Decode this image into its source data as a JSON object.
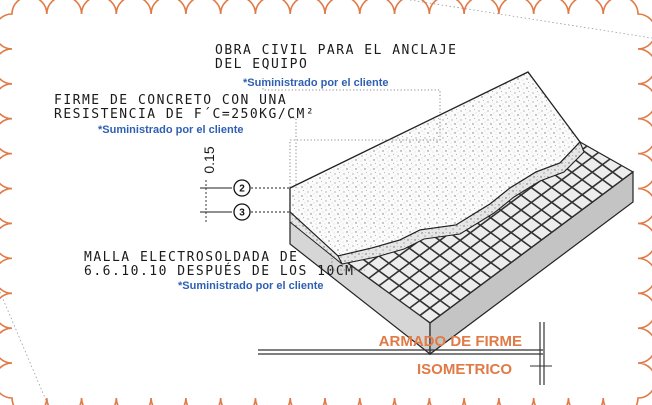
{
  "labels": {
    "obra_civil_line1": "OBRA CIVIL PARA EL ANCLAJE",
    "obra_civil_line2": "DEL EQUIPO",
    "obra_civil_note": "*Suministrado por el cliente",
    "firme_line1": "FIRME DE CONCRETO CON UNA",
    "firme_line2": "RESISTENCIA DE F´C=250KG/CM²",
    "firme_note": "*Suministrado por el cliente",
    "malla_line1": "MALLA ELECTROSOLDADA DE",
    "malla_line2": "6.6.10.10 DESPUÉS DE LOS 10CM",
    "malla_note": "*Suministrado por el cliente"
  },
  "dimension": {
    "value": "0.15"
  },
  "markers": {
    "marker_2": "2",
    "marker_3": "3"
  },
  "title_block": {
    "title": "ARMADO DE FIRME",
    "subtitle": "ISOMETRICO"
  },
  "colors": {
    "border": "#e07a46",
    "title": "#e07a46",
    "note": "#2f5fb3",
    "ink": "#1a1a1a"
  }
}
